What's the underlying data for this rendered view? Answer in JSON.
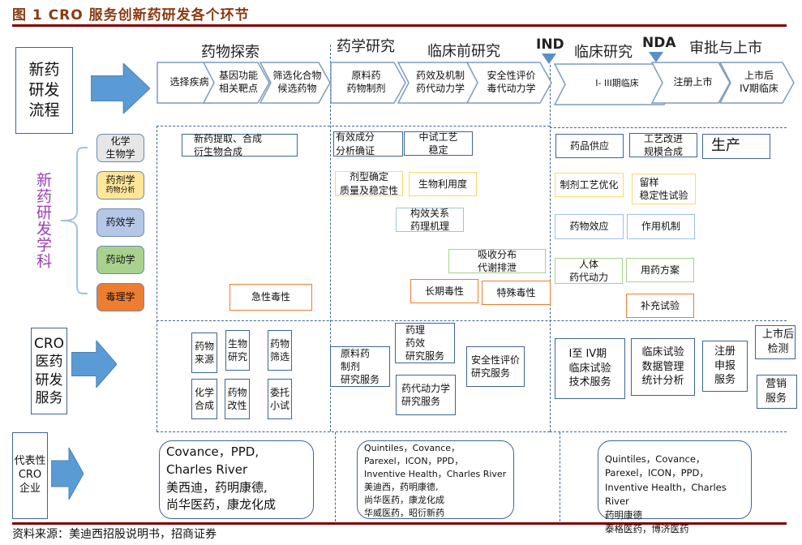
{
  "title": "图 1 CRO 服务创新药研发各个环节",
  "process_label": "新药\n研发\n流程",
  "phases": {
    "drug_discovery": "药物探索",
    "pharmaceutical": "药学研究",
    "preclinical": "临床前研究",
    "ind": "IND",
    "clinical": "临床研究",
    "nda": "NDA",
    "approval": "审批与上市"
  },
  "chevrons": [
    "选择疾病",
    "基因功能\n相关靶点",
    "筛选化合物\n候选药物",
    "原料药\n药物制剂",
    "药效及机制\n药代动力学",
    "安全性评价\n毒代动力学",
    "I- III期临床",
    "注册上市",
    "上市后\nIV期临床"
  ],
  "discipline_label": "新药研发学科",
  "disciplines": [
    {
      "name": "化学\n生物学",
      "color": "#e7e6e6"
    },
    {
      "name": "药剂学",
      "sub": "药物分析",
      "color": "#ffe699"
    },
    {
      "name": "药效学",
      "color": "#b4c7e7"
    },
    {
      "name": "药动学",
      "color": "#a9d18e"
    },
    {
      "name": "毒理学",
      "color": "#ed7d31"
    }
  ],
  "activities": {
    "extraction": "新药提取、合成\n衍生物合成",
    "acute_tox": "急性毒性",
    "active_ingredient": "有效成分\n分析确证",
    "pilot_process": "中试工艺\n稳定",
    "dosage_form": "剂型确定\n质量及稳定性",
    "bioavailability": "生物利用度",
    "sar": "构效关系\n药理机理",
    "adme": "吸收分布\n代谢排泄",
    "long_tox": "长期毒性",
    "special_tox": "特殊毒性",
    "drug_supply": "药品供应",
    "process_improve": "工艺改进\n规模合成",
    "production": "生产",
    "formulation_opt": "制剂工艺优化",
    "retention": "留样\n稳定性试验",
    "drug_effect": "药物效应",
    "mechanism": "作用机制",
    "human_pk": "人体\n药代动力",
    "dosing": "用药方案",
    "supplementary": "补充试验"
  },
  "cro_label": "CRO\n医药\n研发\n服务",
  "cro_services": {
    "drug_source": "药物\n来源",
    "bio_research": "生物\n研究",
    "screening": "药物\n筛选",
    "chem_synthesis": "化学\n合成",
    "modification": "药物\n改性",
    "pilot_test": "委托\n小试",
    "api_formulation": "原料药\n制剂\n研究服务",
    "pharmacology": "药理\n药效\n研究服务",
    "pk_service": "药代动力学\n研究服务",
    "safety_service": "安全性评价\n研究服务",
    "clinical_tech": "I至 IV期\n临床试验\n技术服务",
    "data_mgmt": "临床试验\n数据管理\n统计分析",
    "registration": "注册\n申报\n服务",
    "post_market": "上市后\n检测",
    "marketing": "营销\n服务"
  },
  "rep_label": "代表性\nCRO\n企业",
  "representatives": [
    "Covance，PPD,\nCharles River\n美西迪，药明康德,\n尚华医药，康龙化成",
    "Quintiles，Covance，\nParexel，ICON，PPD，\nInventive Health，Charles River\n美迪西，药明康德,\n尚华医药，康龙化成\n华威医药，昭衍新药",
    "Quintiles，Covance，\nParexel，ICON，PPD，\nInventive Health，Charles River\n药明康德\n泰格医药，博济医药"
  ],
  "source": "资料来源：美迪西招股说明书，招商证券"
}
